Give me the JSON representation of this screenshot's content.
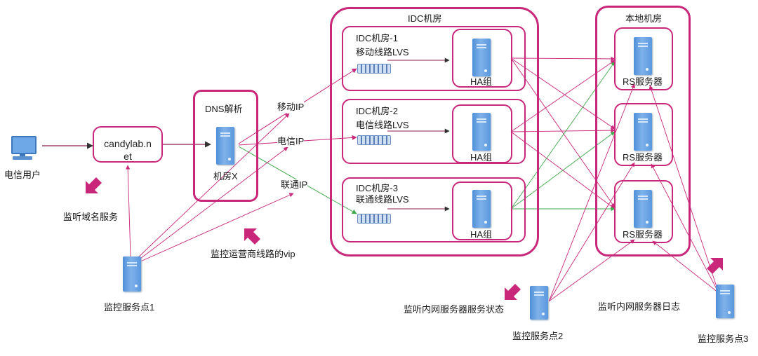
{
  "idc_group": {
    "title": "IDC机房"
  },
  "idc_rooms": [
    {
      "title": "IDC机房-1",
      "lvs": "移动线路LVS",
      "ha": "HA组"
    },
    {
      "title": "IDC机房-2",
      "lvs": "电信线路LVS",
      "ha": "HA组"
    },
    {
      "title": "IDC机房-3",
      "lvs": "联通线路LVS",
      "ha": "HA组"
    }
  ],
  "local_room": {
    "title": "本地机房",
    "servers": [
      "RS服务器",
      "RS服务器",
      "RS服务器"
    ]
  },
  "user": {
    "label": "电信用户"
  },
  "domain_box": {
    "line1": "candylab.n",
    "line2": "et"
  },
  "dns": {
    "title": "DNS解析",
    "machine": "机房X"
  },
  "ip_labels": {
    "mobile": "移动IP",
    "telecom": "电信IP",
    "unicom": "联通IP"
  },
  "monitor_notes": {
    "domain": "监听域名服务",
    "vip": "监控运营商线路的vip",
    "inner_status": "监听内网服务器服务状态",
    "inner_log": "监听内网服务器日志"
  },
  "monitor_points": {
    "p1": "监控服务点1",
    "p2": "监控服务点2",
    "p3": "监控服务点3"
  },
  "colors": {
    "frame": "#c8277a",
    "line_pink": "#c8277a",
    "line_green": "#3ea84a",
    "server_blue": "#4f8fd8"
  }
}
